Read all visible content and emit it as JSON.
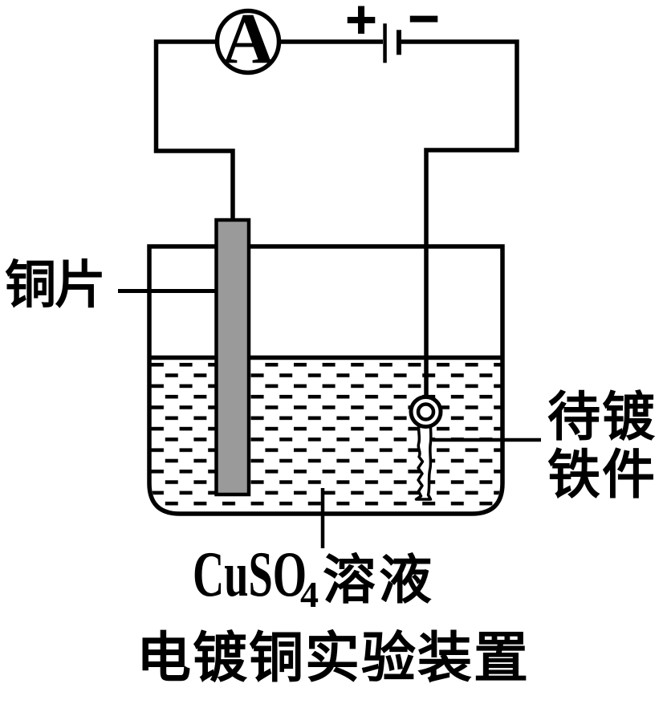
{
  "diagram": {
    "caption": "电镀铜实验装置",
    "ammeter": {
      "label": "A"
    },
    "battery": {
      "positive_sign": "+",
      "negative_sign": "−"
    },
    "labels": {
      "copper_plate": "铜片",
      "iron_piece": {
        "line1": "待镀",
        "line2": "铁件"
      },
      "solution": {
        "formula": "CuSO",
        "subscript": "4",
        "suffix": "溶液"
      }
    },
    "colors": {
      "ink": "#000000",
      "copper_plate_fill": "#9A9A9A",
      "background": "#FFFFFF"
    }
  }
}
